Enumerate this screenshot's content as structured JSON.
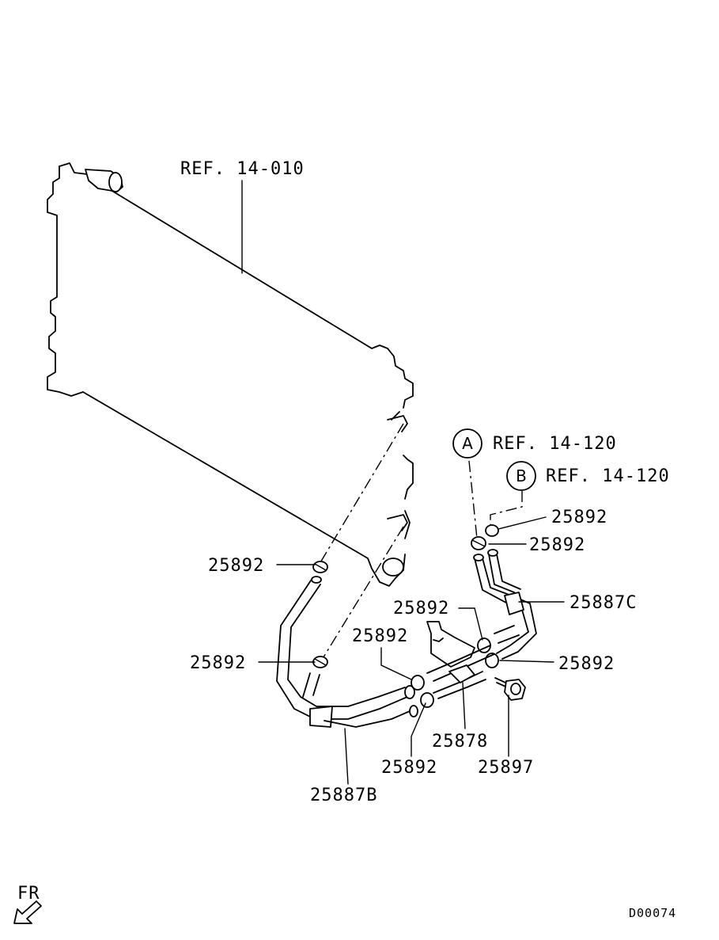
{
  "labels": {
    "ref_radiator": "REF. 14-010",
    "ref_a": "REF. 14-120",
    "ref_b": "REF. 14-120",
    "circle_a": "A",
    "circle_b": "B",
    "clamp_1": "25892",
    "clamp_2": "25892",
    "clamp_3": "25892",
    "clamp_4": "25892",
    "clamp_5": "25892",
    "clamp_6": "25892",
    "clamp_7": "25892",
    "clamp_8": "25892",
    "hose_c": "25887C",
    "hose_b": "25887B",
    "bracket": "25878",
    "bolt": "25897",
    "front_indicator": "FR",
    "diagram_id": "D00074"
  }
}
